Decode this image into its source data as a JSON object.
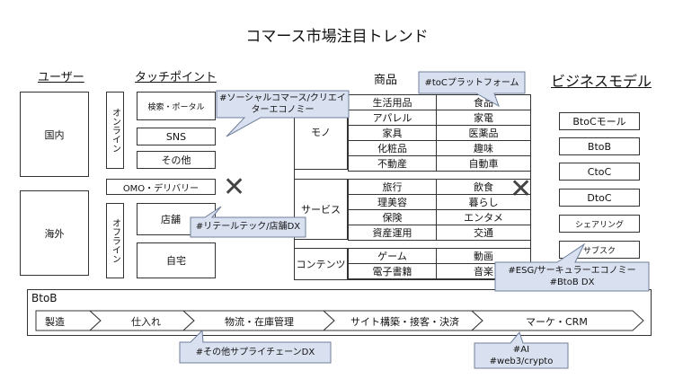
{
  "title": "コマース市場注目トレンド",
  "headers": {
    "user": "ユーザー",
    "touchpoint": "タッチポイント",
    "product": "商品",
    "business_model": "ビジネスモデル"
  },
  "users": {
    "domestic": "国内",
    "overseas": "海外"
  },
  "channels": {
    "online": "オンライン",
    "offline": "オフライン"
  },
  "touchpoints": {
    "search_portal": "検索・ポータル",
    "sns": "SNS",
    "other": "その他",
    "omo": "OMO・デリバリー",
    "store": "店舗",
    "home": "自宅"
  },
  "product_groups": {
    "goods": {
      "label": "モノ",
      "rows": [
        [
          "生活用品",
          "食品"
        ],
        [
          "アパレル",
          "家電"
        ],
        [
          "家具",
          "医薬品"
        ],
        [
          "化粧品",
          "趣味"
        ],
        [
          "不動産",
          "自動車"
        ]
      ]
    },
    "services": {
      "label": "サービス",
      "rows": [
        [
          "旅行",
          "飲食"
        ],
        [
          "理美容",
          "暮らし"
        ],
        [
          "保険",
          "エンタメ"
        ],
        [
          "資産運用",
          "交通"
        ]
      ]
    },
    "contents": {
      "label": "コンテンツ",
      "rows": [
        [
          "ゲーム",
          "動画"
        ],
        [
          "電子書籍",
          "音楽"
        ]
      ]
    }
  },
  "business_models": [
    "BtoCモール",
    "BtoB",
    "CtoC",
    "DtoC",
    "シェアリング",
    "サブスク"
  ],
  "btob": {
    "label": "BtoB",
    "steps": [
      "製造",
      "仕入れ",
      "物流・在庫管理",
      "サイト構築・接客・決済",
      "マーケ・CRM"
    ]
  },
  "callouts": {
    "social_commerce": [
      "#ソーシャルコマース/クリエイ",
      "ターエコノミー"
    ],
    "toc_platform": [
      "#toCプラットフォーム"
    ],
    "retail_tech": [
      "#リテールテック/店舗DX"
    ],
    "esg": [
      "#ESG/サーキュラーエコノミー",
      "#BtoB DX"
    ],
    "supply_chain": [
      "#その他サプライチェーンDX"
    ],
    "ai_web3": [
      "#AI",
      "#web3/crypto"
    ]
  },
  "colors": {
    "callout_fill": "#d9e0ef",
    "callout_border": "#6f7f9c",
    "line": "#333333"
  }
}
